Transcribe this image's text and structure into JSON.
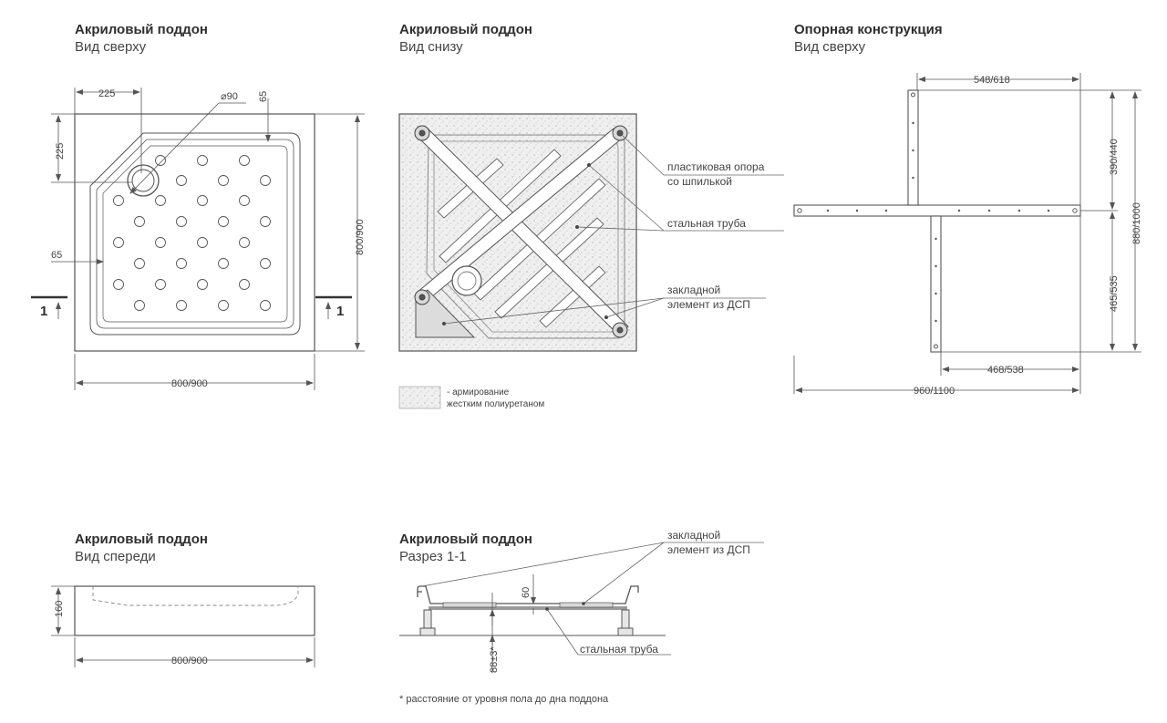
{
  "views": {
    "top_view": {
      "title": "Акриловый поддон",
      "subtitle": "Вид сверху"
    },
    "bottom_view": {
      "title": "Акриловый поддон",
      "subtitle": "Вид снизу"
    },
    "support": {
      "title": "Опорная конструкция",
      "subtitle": "Вид сверху"
    },
    "front_view": {
      "title": "Акриловый поддон",
      "subtitle": "Вид спереди"
    },
    "section": {
      "title": "Акриловый поддон",
      "subtitle": "Разрез 1-1"
    }
  },
  "top_dims": {
    "d225_top": "225",
    "d90": "⌀90",
    "d65_top": "65",
    "d225_left": "225",
    "d65_left": "65",
    "size_right": "800/900",
    "size_bottom": "800/900",
    "section_mark": "1"
  },
  "bottom_labels": {
    "plastic_support_1": "пластиковая опора",
    "plastic_support_2": "со шпилькой",
    "steel_pipe": "стальная труба",
    "insert_1": "закладной",
    "insert_2": "элемент из ДСП",
    "legend_1": "- армирование",
    "legend_2": "жестким полиуретаном"
  },
  "support_dims": {
    "top": "548/618",
    "bottom_inner": "468/538",
    "bottom_total": "960/1100",
    "right_upper": "390/440",
    "right_lower": "465/535",
    "right_total": "880/1000"
  },
  "front_dims": {
    "height": "160",
    "width": "800/900"
  },
  "section_labels": {
    "insert_1": "закладной",
    "insert_2": "элемент из ДСП",
    "dim_60": "60",
    "dim_88": "88±3*",
    "steel_pipe": "стальная труба",
    "footnote": "* расстояние от уровня пола до дна поддона"
  }
}
